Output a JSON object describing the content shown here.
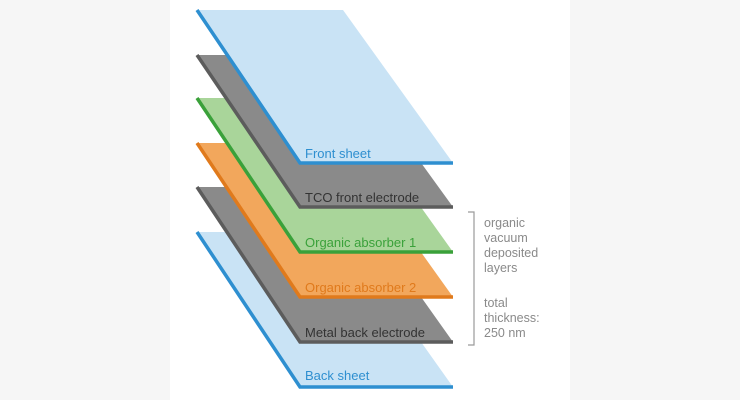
{
  "layers": [
    {
      "id": "front-sheet",
      "label": "Front sheet",
      "fill": "#c9e3f5",
      "edge": "#2e8fd0",
      "text_color": "#2e8fd0"
    },
    {
      "id": "tco-front-electrode",
      "label": "TCO front electrode",
      "fill": "#8a8a8a",
      "edge": "#5c5c5c",
      "text_color": "#333333"
    },
    {
      "id": "organic-absorber-1",
      "label": "Organic absorber 1",
      "fill": "#a9d59a",
      "edge": "#3aa13a",
      "text_color": "#3aa13a"
    },
    {
      "id": "organic-absorber-2",
      "label": "Organic absorber 2",
      "fill": "#f2a75c",
      "edge": "#e07a1c",
      "text_color": "#e07a1c"
    },
    {
      "id": "metal-back-electrode",
      "label": "Metal back electrode",
      "fill": "#8a8a8a",
      "edge": "#5c5c5c",
      "text_color": "#333333"
    },
    {
      "id": "back-sheet",
      "label": "Back sheet",
      "fill": "#c9e3f5",
      "edge": "#2e8fd0",
      "text_color": "#2e8fd0"
    }
  ],
  "annotation": {
    "group_lines": [
      "organic",
      "vacuum",
      "deposited",
      "layers"
    ],
    "thickness_lines": [
      "total",
      "thickness:",
      "250 nm"
    ],
    "color": "#8a8a8a"
  }
}
